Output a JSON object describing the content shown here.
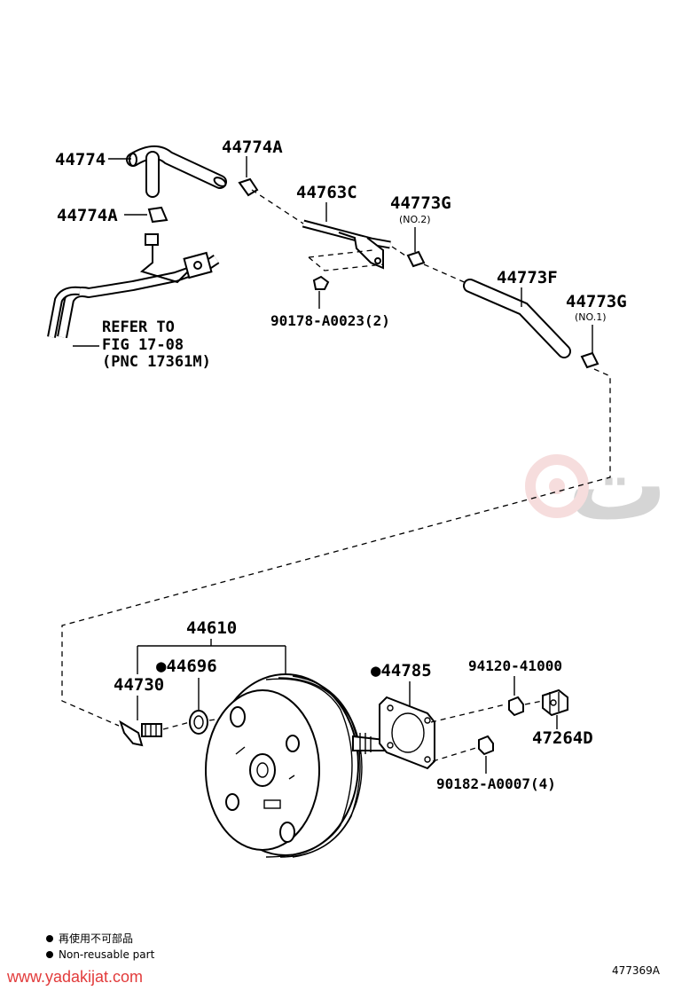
{
  "parts": {
    "p44774": "44774",
    "p44774A_top": "44774A",
    "p44774A_left": "44774A",
    "p44763C": "44763C",
    "p44773G_no2": "44773G",
    "p44773G_no2_sub": "(NO.2)",
    "p44773F": "44773F",
    "p44773G_no1": "44773G",
    "p44773G_no1_sub": "(NO.1)",
    "p90178": "90178-A0023(2)",
    "p44610": "44610",
    "p44696": "●44696",
    "p44730": "44730",
    "p44785": "●44785",
    "p94120": "94120-41000",
    "p47264D": "47264D",
    "p90182": "90182-A0007(4)"
  },
  "reference": {
    "line1": "REFER TO",
    "line2": "FIG 17-08",
    "line3": "(PNC 17361M)"
  },
  "legend": {
    "jp": "再使用不可部品",
    "en": "Non-reusable part"
  },
  "figure_id": "477369A",
  "watermark": {
    "text": "یدکیجات",
    "url": "www.yadakijat.com"
  }
}
